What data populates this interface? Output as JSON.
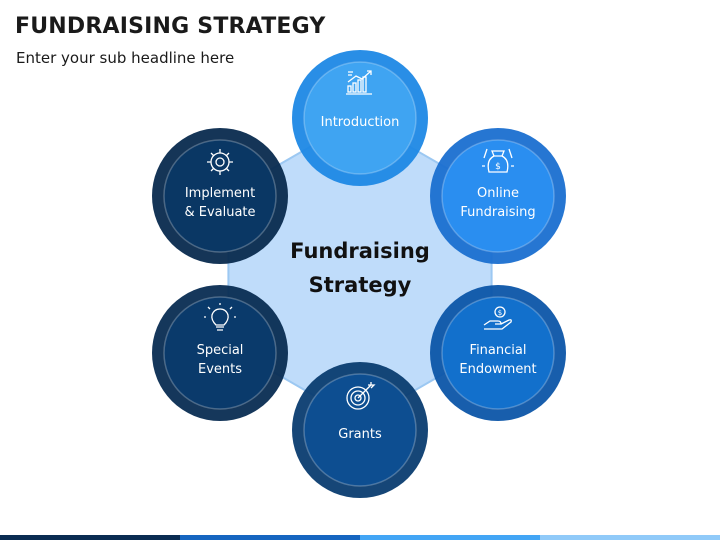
{
  "header": {
    "title": "FUNDRAISING STRATEGY",
    "subtitle": "Enter your sub headline here"
  },
  "center": {
    "line1": "Fundraising",
    "line2": "Strategy",
    "fill": "#bfdcfa"
  },
  "nodes": [
    {
      "id": "introduction",
      "lines": [
        "Introduction"
      ],
      "icon": "growth-chart-icon",
      "fill": "#3fa4f2",
      "ring": "#1e88e5"
    },
    {
      "id": "online-fundraising",
      "lines": [
        "Online",
        "Fundraising"
      ],
      "icon": "money-bag-icon",
      "fill": "#2a8ef0",
      "ring": "#1a6fd0"
    },
    {
      "id": "financial-endowment",
      "lines": [
        "Financial",
        "Endowment"
      ],
      "icon": "hand-coin-icon",
      "fill": "#1270cc",
      "ring": "#0c55a8"
    },
    {
      "id": "grants",
      "lines": [
        "Grants"
      ],
      "icon": "target-icon",
      "fill": "#0d4e91",
      "ring": "#0a3c70"
    },
    {
      "id": "special-events",
      "lines": [
        "Special",
        "Events"
      ],
      "icon": "lightbulb-icon",
      "fill": "#0a3a6b",
      "ring": "#082c52"
    },
    {
      "id": "implement-evaluate",
      "lines": [
        "Implement",
        "& Evaluate"
      ],
      "icon": "gear-icon",
      "fill": "#0a3764",
      "ring": "#082a4e"
    }
  ],
  "footer_colors": [
    "#0a2c52",
    "#1565c0",
    "#42a5f5",
    "#90caf9"
  ]
}
